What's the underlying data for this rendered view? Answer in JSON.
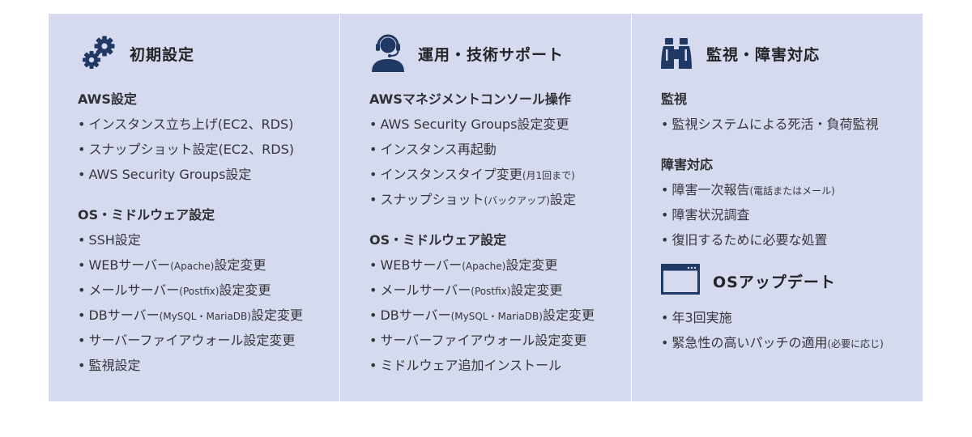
{
  "columns": [
    {
      "title": "初期設定",
      "icon": "gears-icon",
      "sections": [
        {
          "title": "AWS設定",
          "items": [
            {
              "main": "インスタンス立ち上げ(EC2、RDS)",
              "small": "",
              "tail": ""
            },
            {
              "main": "スナップショット設定(EC2、RDS)",
              "small": "",
              "tail": ""
            },
            {
              "main": "AWS Security Groups設定",
              "small": "",
              "tail": ""
            }
          ]
        },
        {
          "title": "OS・ミドルウェア設定",
          "items": [
            {
              "main": "SSH設定",
              "small": "",
              "tail": ""
            },
            {
              "main": "WEBサーバー",
              "small": "(Apache)",
              "tail": "設定変更"
            },
            {
              "main": "メールサーバー",
              "small": "(Postfix)",
              "tail": "設定変更"
            },
            {
              "main": "DBサーバー",
              "small": "(MySQL・MariaDB)",
              "tail": "設定変更"
            },
            {
              "main": "サーバーファイアウォール設定変更",
              "small": "",
              "tail": ""
            },
            {
              "main": "監視設定",
              "small": "",
              "tail": ""
            }
          ]
        }
      ]
    },
    {
      "title": "運用・技術サポート",
      "icon": "support-operator-icon",
      "sections": [
        {
          "title": "AWSマネジメントコンソール操作",
          "items": [
            {
              "main": "AWS Security Groups設定変更",
              "small": "",
              "tail": ""
            },
            {
              "main": "インスタンス再起動",
              "small": "",
              "tail": ""
            },
            {
              "main": "インスタンスタイプ変更",
              "small": "(月1回まで)",
              "tail": ""
            },
            {
              "main": "スナップショット",
              "small": "(バックアップ)",
              "tail": "設定"
            }
          ]
        },
        {
          "title": "OS・ミドルウェア設定",
          "items": [
            {
              "main": "WEBサーバー",
              "small": "(Apache)",
              "tail": "設定変更"
            },
            {
              "main": "メールサーバー",
              "small": "(Postfix)",
              "tail": "設定変更"
            },
            {
              "main": "DBサーバー",
              "small": "(MySQL・MariaDB)",
              "tail": "設定変更"
            },
            {
              "main": "サーバーファイアウォール設定変更",
              "small": "",
              "tail": ""
            },
            {
              "main": "ミドルウェア追加インストール",
              "small": "",
              "tail": ""
            }
          ]
        }
      ]
    },
    {
      "title": "監視・障害対応",
      "icon": "binoculars-icon",
      "sections": [
        {
          "title": "監視",
          "items": [
            {
              "main": "監視システムによる死活・負荷監視",
              "small": "",
              "tail": ""
            }
          ]
        },
        {
          "title": "障害対応",
          "items": [
            {
              "main": "障害一次報告",
              "small": "(電話またはメール)",
              "tail": ""
            },
            {
              "main": "障害状況調査",
              "small": "",
              "tail": ""
            },
            {
              "main": "復旧するために必要な処置",
              "small": "",
              "tail": ""
            }
          ]
        }
      ],
      "update": {
        "title": "OSアップデート",
        "icon": "browser-window-icon",
        "items": [
          {
            "main": "年3回実施",
            "small": "",
            "tail": ""
          },
          {
            "main": "緊急性の高いパッチの適用",
            "small": "(必要に応じ)",
            "tail": ""
          }
        ]
      }
    }
  ],
  "colors": {
    "panel": "#d6daee",
    "icon": "#1f3864",
    "text": "#2d3035"
  }
}
